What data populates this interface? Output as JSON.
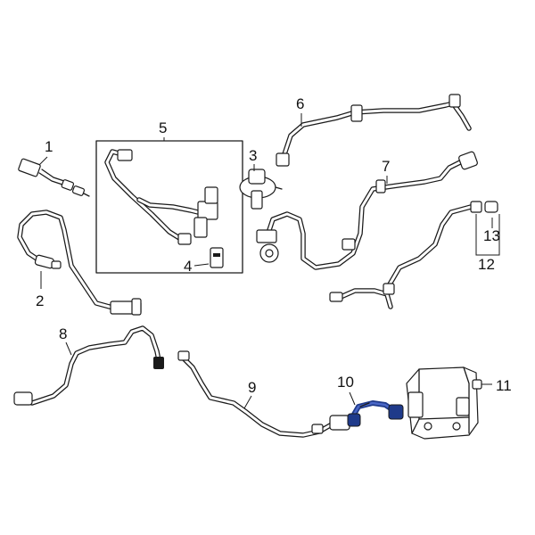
{
  "callouts": {
    "c1": "1",
    "c2": "2",
    "c3": "3",
    "c4": "4",
    "c5": "5",
    "c6": "6",
    "c7": "7",
    "c8": "8",
    "c9": "9",
    "c10": "10",
    "c11": "11",
    "c12": "12",
    "c13": "13"
  },
  "colors": {
    "highlight": "#1f3a8a",
    "line": "#1a1a1a",
    "background": "#ffffff"
  }
}
